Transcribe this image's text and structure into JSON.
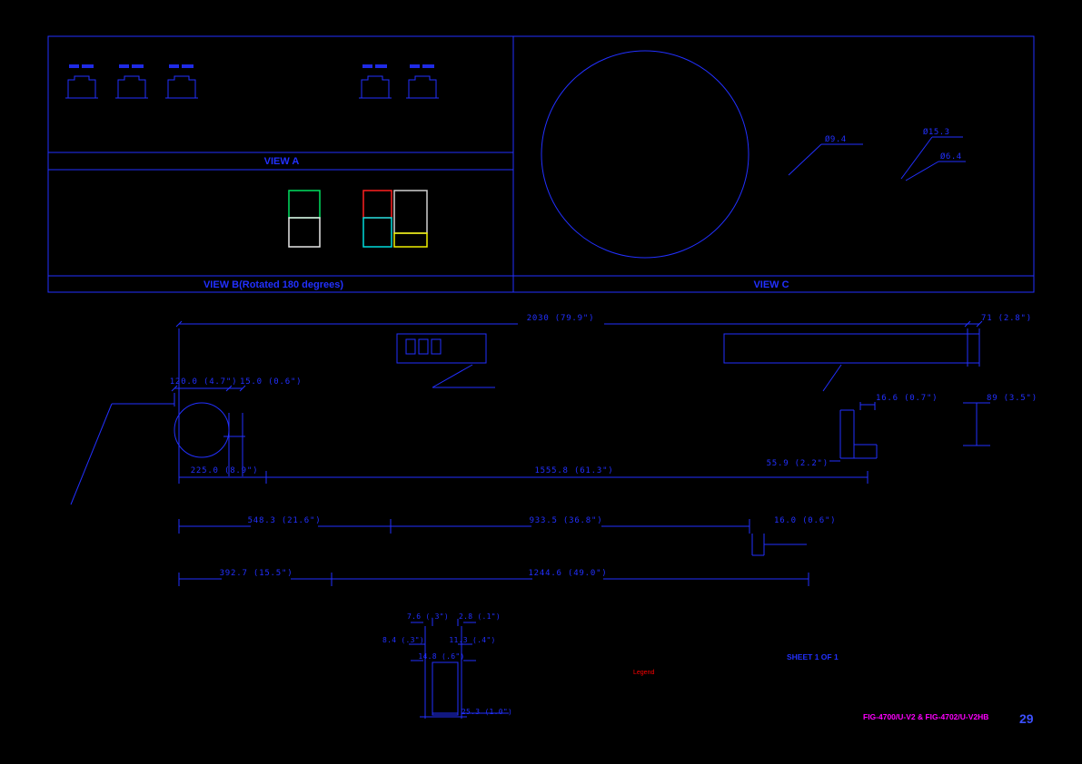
{
  "colors": {
    "background": "#000000",
    "line_blue": "#2230ff",
    "legend_red": "#ff0000",
    "part_magenta": "#ff00ff",
    "sticker_green": "#00e060",
    "sticker_cyan": "#00dcdc",
    "sticker_yellow": "#f0f000",
    "sticker_white": "#e8e8e8",
    "sticker_red": "#ff2020"
  },
  "views": {
    "a": {
      "label": "VIEW A"
    },
    "b": {
      "label": "VIEW B(Rotated 180 degrees)"
    },
    "c": {
      "label": "VIEW C",
      "callouts": {
        "d1": "Ø9.4",
        "d2": "Ø15.3",
        "d3": "Ø6.4"
      }
    }
  },
  "dims": {
    "overall_width": "2030 (79.9\")",
    "right_cap": "71 (2.8\")",
    "base_width": "120.0 (4.7\")",
    "pole_width": "15.0 (0.6\")",
    "bracket_gap": "16.6 (0.7\")",
    "right_height": "89 (3.5\")",
    "base_span": "225.0 (8.9\")",
    "body_span": "1555.8 (61.3\")",
    "bracket_width": "55.9 (2.2\")",
    "mount_left": "548.3 (21.6\")",
    "mount_span": "933.5 (36.8\")",
    "step_depth": "16.0 (0.6\")",
    "foot_left": "392.7 (15.5\")",
    "foot_span": "1244.6 (49.0\")",
    "foot_a": "7.6 (.3\")",
    "foot_b": "2.8 (.1\")",
    "foot_c": "8.4 (.3\")",
    "foot_d": "11.3 (.4\")",
    "foot_e": "14.8 (.6\")",
    "foot_f": "25.3 (1.0\")"
  },
  "footer": {
    "legend": "Legend",
    "sheet": "SHEET 1 OF 1",
    "part_number": "FIG-4700/U-V2 & FIG-4702/U-V2HB",
    "page": "29"
  }
}
